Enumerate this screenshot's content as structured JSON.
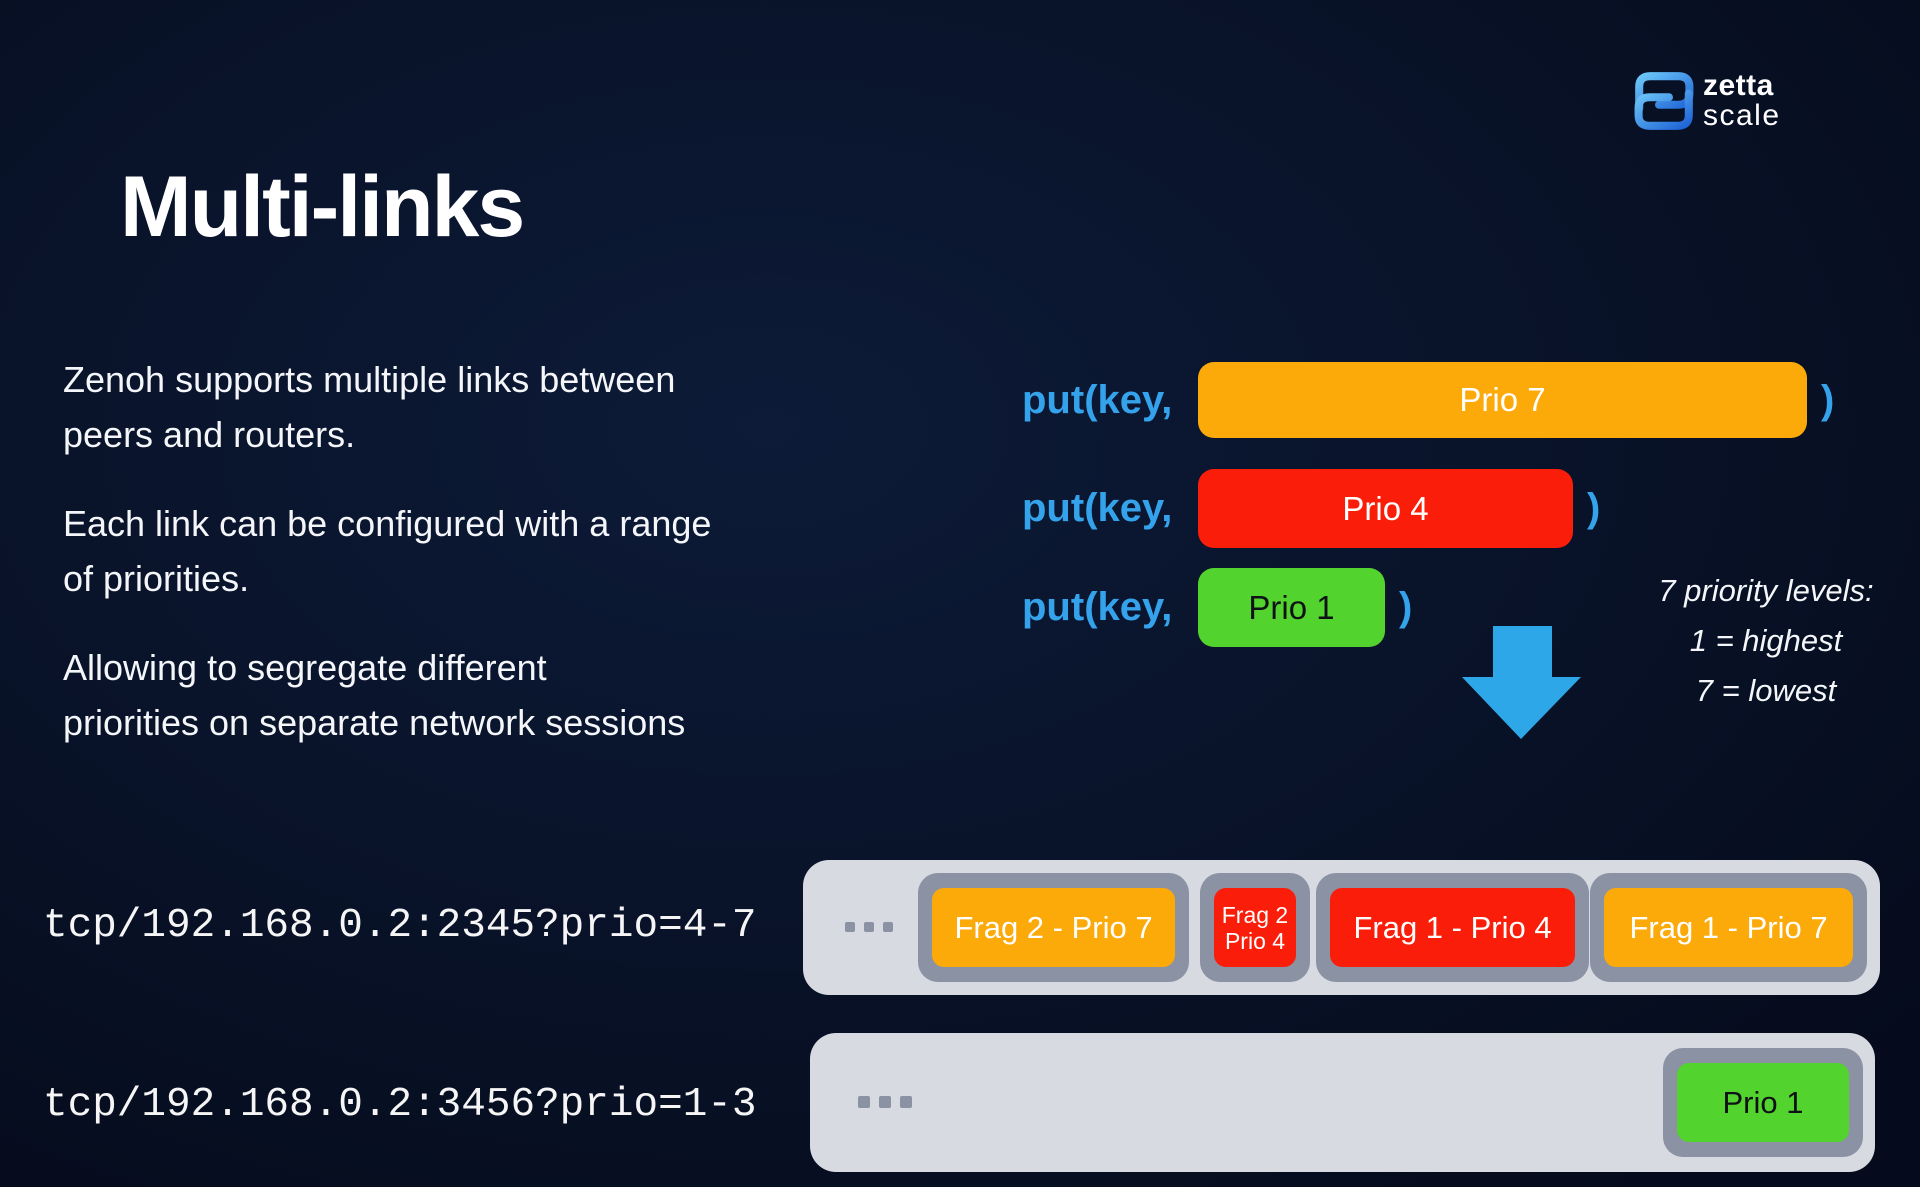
{
  "colors": {
    "background": "#081126",
    "background_center": "#0d1b38",
    "accent_blue": "#35A3EC",
    "orange": "#FCA90A",
    "red": "#FA1E0A",
    "green": "#53D32E",
    "bar_background": "#D7DAE1",
    "slot_background": "#8A92A3",
    "text_white": "#F4F6F9"
  },
  "logo": {
    "word_top": "zetta",
    "word_bottom": "scale"
  },
  "title": "Multi-links",
  "paragraphs": [
    [
      "Zenoh supports multiple links between",
      "peers and routers."
    ],
    [
      "Each link can be configured with a range",
      "of priorities."
    ],
    [
      "Allowing to segregate different",
      "priorities on separate network sessions"
    ]
  ],
  "put_calls": [
    {
      "prefix": "put(key,",
      "label": "Prio 7",
      "close": ")",
      "fill": "#FCA90A",
      "text_color": "#FFFFFF"
    },
    {
      "prefix": "put(key,",
      "label": "Prio 4",
      "close": ")",
      "fill": "#FA1E0A",
      "text_color": "#FFFFFF"
    },
    {
      "prefix": "put(key,",
      "label": "Prio 1",
      "close": ")",
      "fill": "#53D32E",
      "text_color": "#0E1116"
    }
  ],
  "priority_note": [
    "7 priority levels:",
    "1 = highest",
    "7 = lowest"
  ],
  "links": [
    {
      "address": "tcp/192.168.0.2:2345?prio=4-7",
      "fragments": [
        {
          "label": "Frag 2 - Prio 7",
          "fill": "#FCA90A",
          "text_color": "#FFFFFF"
        },
        {
          "line1": "Frag 2",
          "line2": "Prio 4",
          "fill": "#FA1E0A",
          "text_color": "#FFFFFF"
        },
        {
          "label": "Frag 1 - Prio 4",
          "fill": "#FA1E0A",
          "text_color": "#FFFFFF"
        },
        {
          "label": "Frag 1 - Prio 7",
          "fill": "#FCA90A",
          "text_color": "#FFFFFF"
        }
      ]
    },
    {
      "address": "tcp/192.168.0.2:3456?prio=1-3",
      "fragments": [
        {
          "label": "Prio 1",
          "fill": "#53D32E",
          "text_color": "#0E1116"
        }
      ]
    }
  ]
}
